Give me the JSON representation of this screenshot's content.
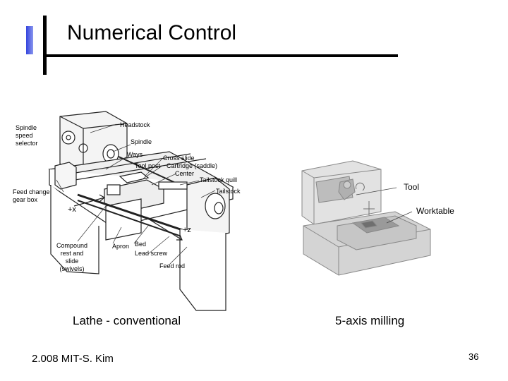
{
  "slide": {
    "title": "Numerical Control",
    "footer_left": "2.008 MIT-S. Kim",
    "page_number": "36"
  },
  "lathe": {
    "caption": "Lathe - conventional",
    "labels": {
      "spindle_speed_selector": [
        "Spindle",
        "speed",
        "selector"
      ],
      "headstock": "Headstock",
      "spindle": "Spindle",
      "ways": "Ways",
      "cross_slide": "Cross slide",
      "tool_post": "Tool post",
      "cartridge": "Cartridge (saddle)",
      "center": "Center",
      "tailstock_quill": "Tailstock quill",
      "tailstock": "Tailstock",
      "feed_change_gear_box": [
        "Feed change",
        "gear box"
      ],
      "plus_x": "+x",
      "plus_z": "+z",
      "compound_rest": [
        "Compound",
        "rest and",
        "slide",
        "(swivels)"
      ],
      "apron": "Apron",
      "bed": "Bed",
      "lead_screw": "Lead screw",
      "feed_rod": "Feed rod"
    }
  },
  "milling": {
    "caption": "5-axis milling",
    "labels": {
      "tool": "Tool",
      "worktable": "Worktable"
    }
  }
}
